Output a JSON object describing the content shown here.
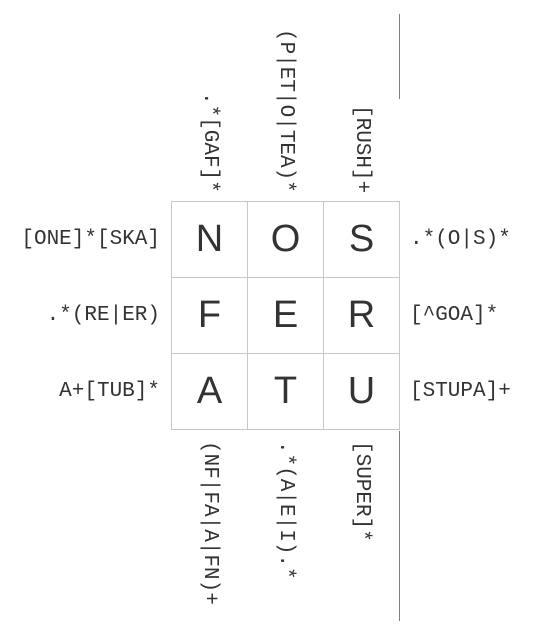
{
  "accent_color": "#d9603b",
  "grid": {
    "rows": [
      [
        "N",
        "O",
        "S"
      ],
      [
        "F",
        "E",
        "R"
      ],
      [
        "A",
        "T",
        "U"
      ]
    ]
  },
  "clues": {
    "left": [
      "[ONE]*[SKA]",
      ".*(RE|ER)",
      "A+[TUB]*"
    ],
    "right": [
      ".*(O|S)*",
      "[^GOA]*",
      "[STUPA]+"
    ],
    "top": [
      ".*[GAF]*",
      "(P|ET|O|TEA)*",
      "[RUSH]+"
    ],
    "bottom": [
      "(NF|FA|A|FN)+",
      ".*(A|E|I).*",
      "[SUPER]*"
    ]
  }
}
